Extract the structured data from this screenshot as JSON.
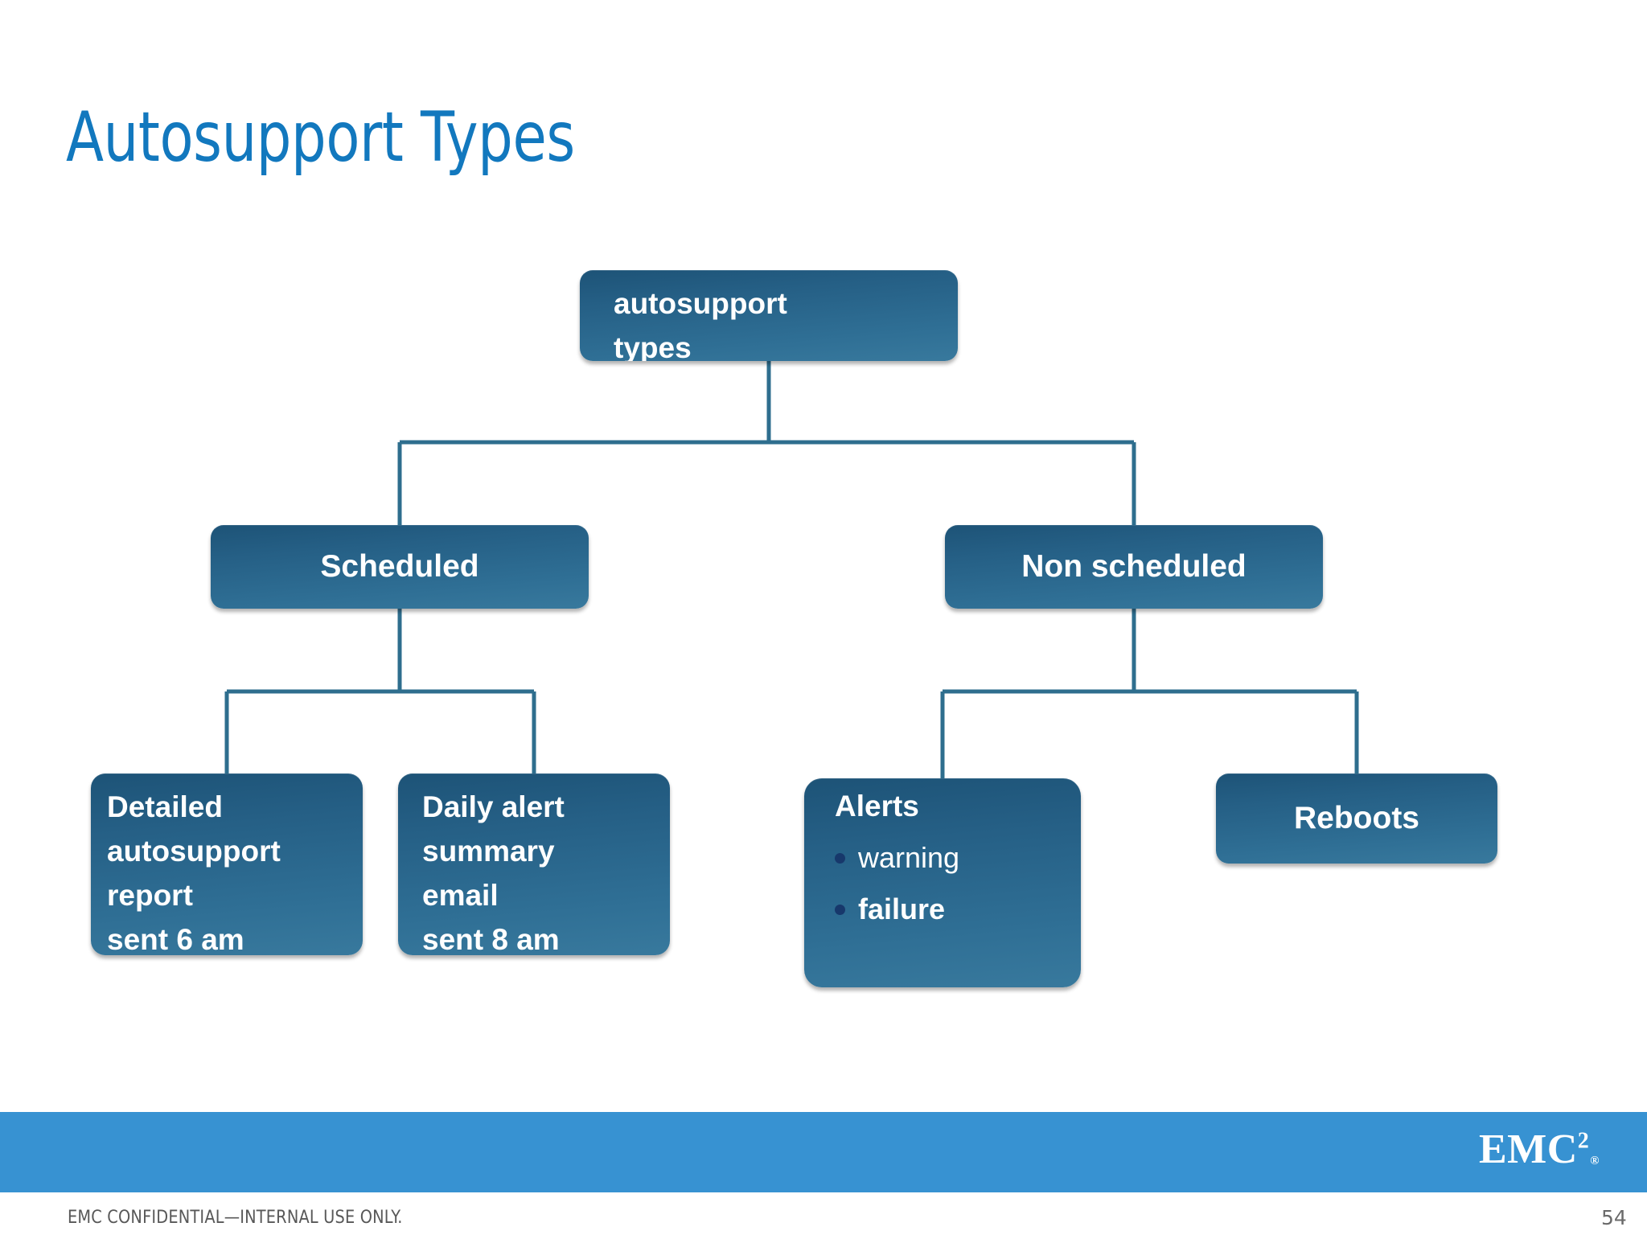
{
  "slide": {
    "title": "Autosupport Types",
    "title_color": "#1278be",
    "background": "#ffffff"
  },
  "diagram": {
    "type": "tree",
    "node_fill_top": "#1d5377",
    "node_fill_bottom": "#38799d",
    "connector_color": "#2e6e8e",
    "nodes": {
      "root": {
        "label": "autosupport\ntypes"
      },
      "scheduled": {
        "label": "Scheduled"
      },
      "non_scheduled": {
        "label": "Non scheduled"
      },
      "detailed": {
        "label": "Detailed\nautosupport\nreport\nsent 6 am"
      },
      "daily": {
        "label": "Daily alert\nsummary\nemail\nsent 8 am"
      },
      "alerts": {
        "heading": "Alerts",
        "bullets": [
          {
            "label": "warning",
            "weight": "regular"
          },
          {
            "label": "failure",
            "weight": "bold"
          }
        ]
      },
      "reboots": {
        "label": "Reboots"
      }
    }
  },
  "footer": {
    "bar_color": "#3792d2",
    "logo_text": "EMC",
    "logo_superscript": "2",
    "logo_registered": "®",
    "confidential_notice": "EMC CONFIDENTIAL—INTERNAL USE ONLY.",
    "page_number": "54"
  }
}
